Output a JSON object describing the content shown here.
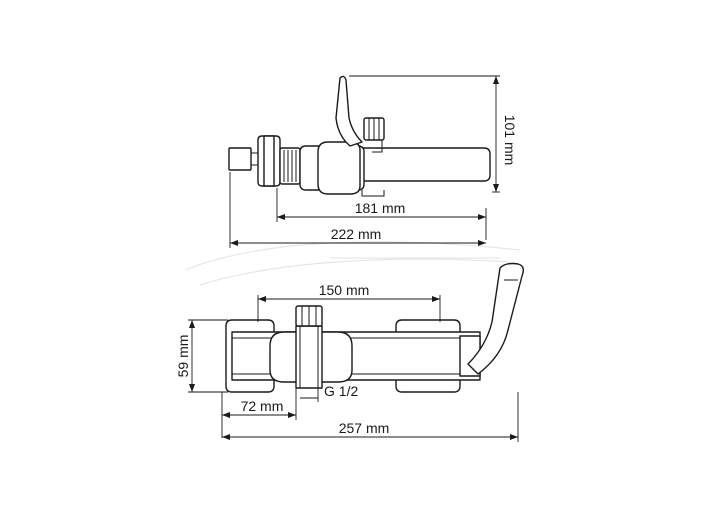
{
  "dimensions": {
    "side_height": "101 mm",
    "side_width_inner": "181 mm",
    "side_width_outer": "222 mm",
    "front_center_spacing": "150 mm",
    "front_height": "59 mm",
    "front_offset": "72 mm",
    "front_length": "257 mm",
    "thread": "G 1/2"
  },
  "watermark": {
    "visible": true
  }
}
